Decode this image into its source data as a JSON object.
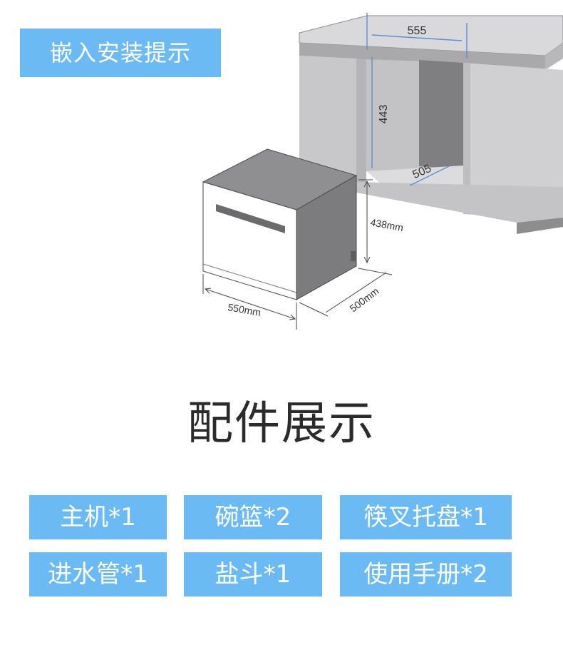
{
  "install_tip": "嵌入安装提示",
  "cabinet_dims": {
    "width": "555",
    "height": "443",
    "depth": "505"
  },
  "unit_dims": {
    "height": "438mm",
    "width": "550mm",
    "depth": "500mm"
  },
  "section_title": "配件展示",
  "accessories": [
    "主机*1",
    "碗篮*2",
    "筷叉托盘*1",
    "进水管*1",
    "盐斗*1",
    "使用手册*2"
  ],
  "colors": {
    "accent_blue": "#6bbaf4",
    "cabinet_gray": "#c9c9cb",
    "dimension_line": "#5a8fd8"
  }
}
